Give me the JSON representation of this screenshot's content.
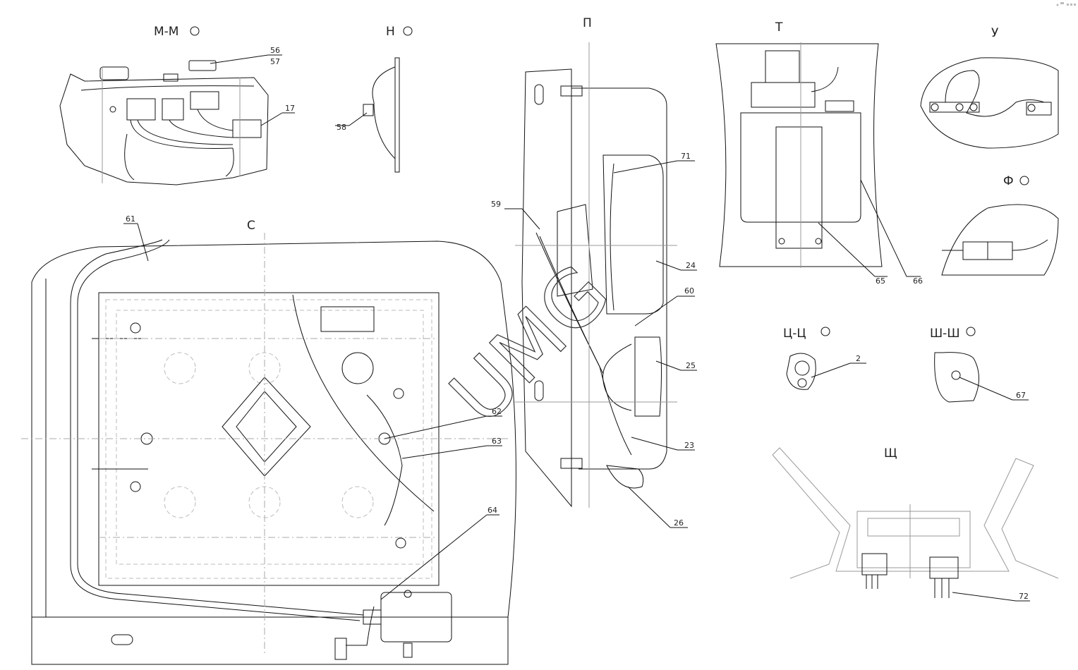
{
  "views": {
    "mm": "М-М",
    "n": "Н",
    "p": "П",
    "t": "Т",
    "u": "У",
    "f": "Ф",
    "s": "С",
    "tsts": "Ц-Ц",
    "shsh": "Ш-Ш",
    "shch": "Щ"
  },
  "callouts": {
    "c56": "56",
    "c57": "57",
    "c17": "17",
    "c58": "58",
    "c61": "61",
    "c71": "71",
    "c59": "59",
    "c24": "24",
    "c60": "60",
    "c25": "25",
    "c23": "23",
    "c26": "26",
    "c62": "62",
    "c63": "63",
    "c64": "64",
    "c65": "65",
    "c66": "66",
    "c2": "2",
    "c67": "67",
    "c72": "72"
  },
  "watermark": "UMG",
  "icons": [
    "rotated-view-icon"
  ]
}
